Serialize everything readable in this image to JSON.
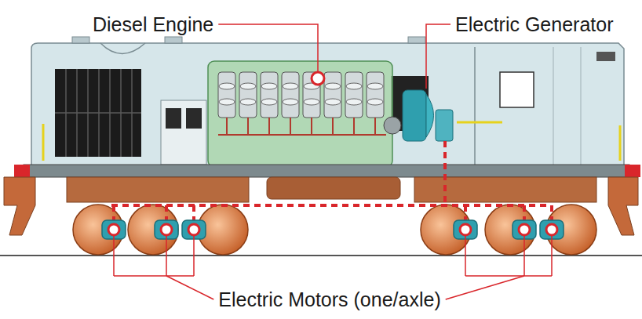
{
  "diagram": {
    "labels": [
      "Diesel Engine",
      "Electric Generator",
      "Electric Motors (one/axle)"
    ]
  }
}
